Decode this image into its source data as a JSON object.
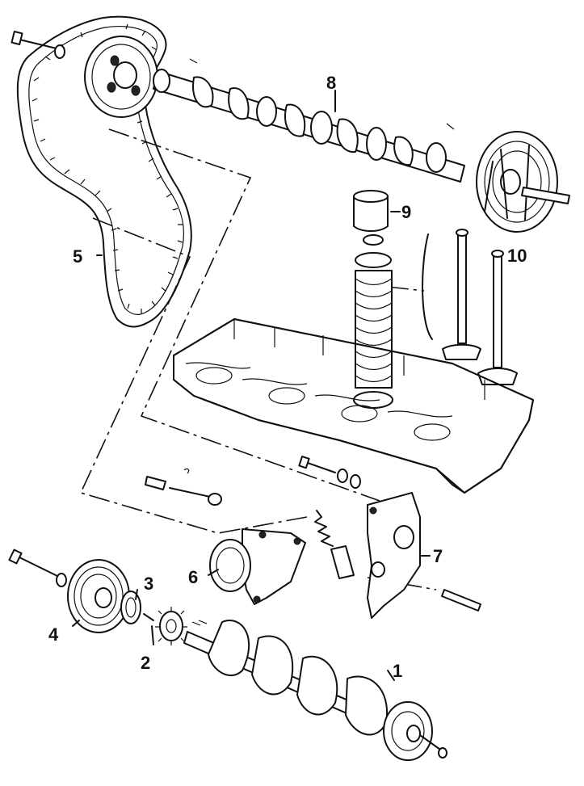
{
  "callouts": {
    "crankshaft": "1",
    "crankshaft_sprocket": "2",
    "key": "3",
    "crankshaft_pulley": "4",
    "timing_belt": "5",
    "tensioner": "6",
    "water_pump_bracket": "7",
    "camshaft": "8",
    "valve_tappet": "9",
    "valves": "10"
  },
  "colors": {
    "ink": "#111111",
    "paper": "#ffffff"
  }
}
